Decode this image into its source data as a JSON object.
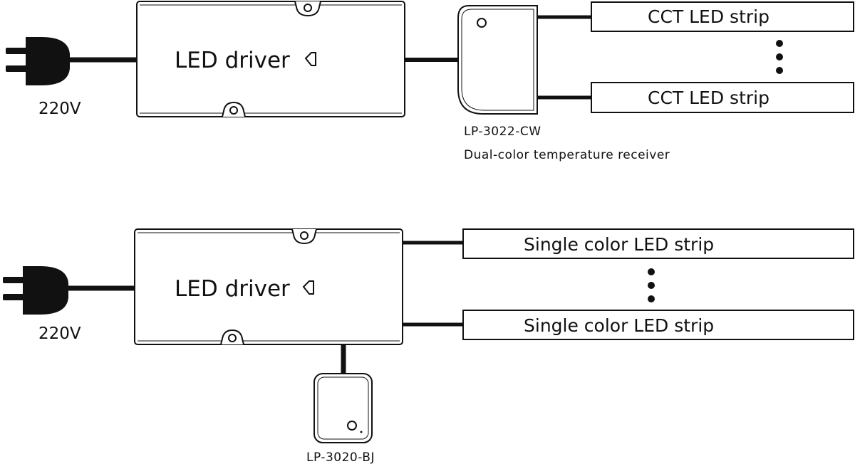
{
  "colors": {
    "line": "#111111",
    "background": "#ffffff"
  },
  "top": {
    "plug_icon": "power-plug-icon",
    "voltage": "220V",
    "driver_label": "LED driver",
    "receiver_model": "LP-3022-CW",
    "receiver_description": "Dual-color temperature receiver",
    "strips": [
      "CCT LED strip",
      "CCT LED strip"
    ]
  },
  "bottom": {
    "plug_icon": "power-plug-icon",
    "voltage": "220V",
    "driver_label": "LED driver",
    "controller_model": "LP-3020-BJ",
    "strips": [
      "Single color LED strip",
      "Single color LED strip"
    ]
  }
}
